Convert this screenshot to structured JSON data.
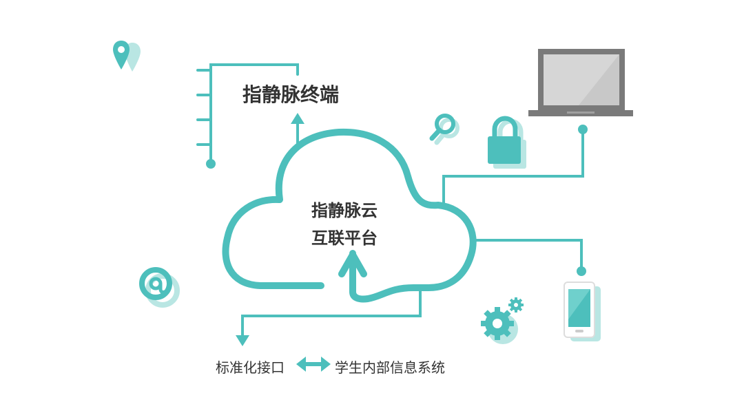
{
  "colors": {
    "teal": "#4dbfbc",
    "teal_shadow": "#b9e6e3",
    "text": "#333333",
    "device_grey": "#7a7a7a"
  },
  "labels": {
    "terminal": "指静脉终端",
    "cloud_line1": "指静脉云",
    "cloud_line2": "互联平台",
    "standard_interface": "标准化接口",
    "student_system": "学生内部信息系统"
  },
  "icons": [
    "location-pin-icon",
    "at-sign-icon",
    "magnifier-icon",
    "padlock-icon",
    "laptop-icon",
    "smartphone-icon",
    "gears-icon",
    "bidirectional-arrow-icon"
  ]
}
